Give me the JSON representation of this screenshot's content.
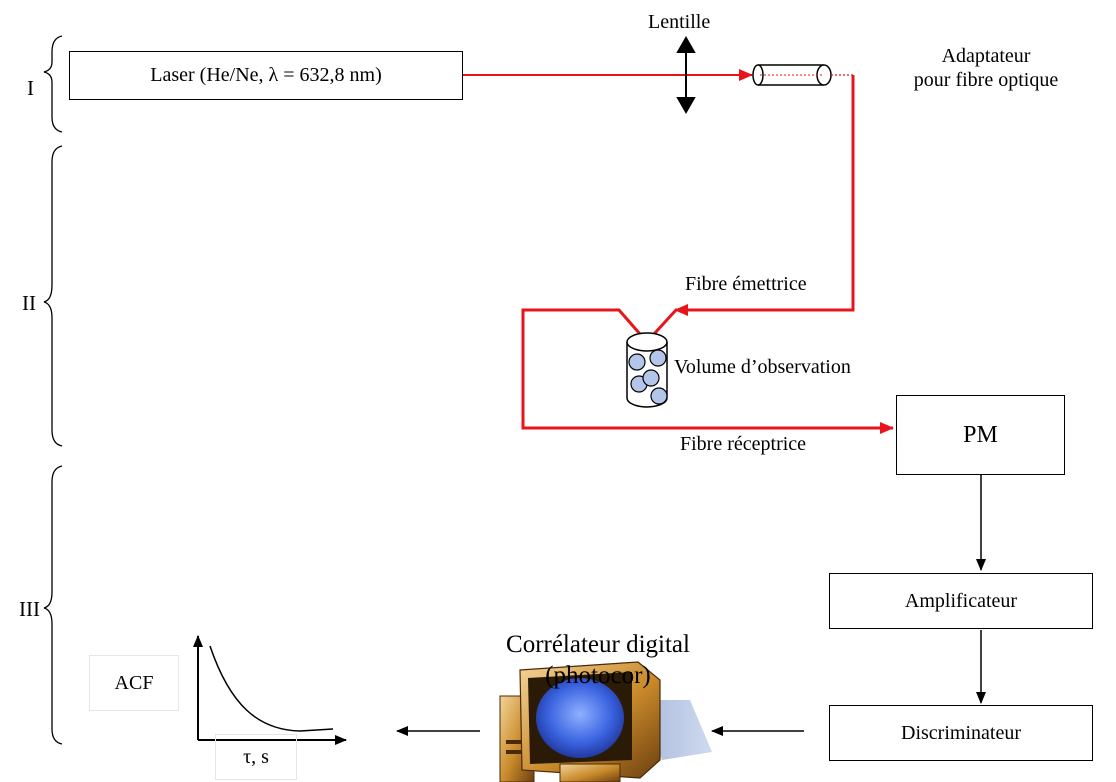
{
  "sections": {
    "I": "I",
    "II": "II",
    "III": "III"
  },
  "laser": {
    "label": "Laser (He/Ne, λ = 632,8 nm)"
  },
  "lens": {
    "label": "Lentille"
  },
  "adapter": {
    "label_line1": "Adaptateur",
    "label_line2": "pour fibre optique"
  },
  "fibre_emettrice": {
    "label": "Fibre émettrice"
  },
  "fibre_receptrice": {
    "label": "Fibre réceptrice"
  },
  "observation": {
    "label": "Volume d’observation"
  },
  "pm": {
    "label": "PM"
  },
  "amplificateur": {
    "label": "Amplificateur"
  },
  "discriminateur": {
    "label": "Discriminateur"
  },
  "correlateur": {
    "label_line1": "Corrélateur digital",
    "label_line2": "(photocor)"
  },
  "acf_plot": {
    "ylabel": "ACF",
    "xlabel": "τ, s"
  },
  "colors": {
    "laser_beam": "#e8141c",
    "monitor_screen": "#3a63e0",
    "computer_body": "#c98a2a",
    "particle": "#b3c6ea"
  }
}
